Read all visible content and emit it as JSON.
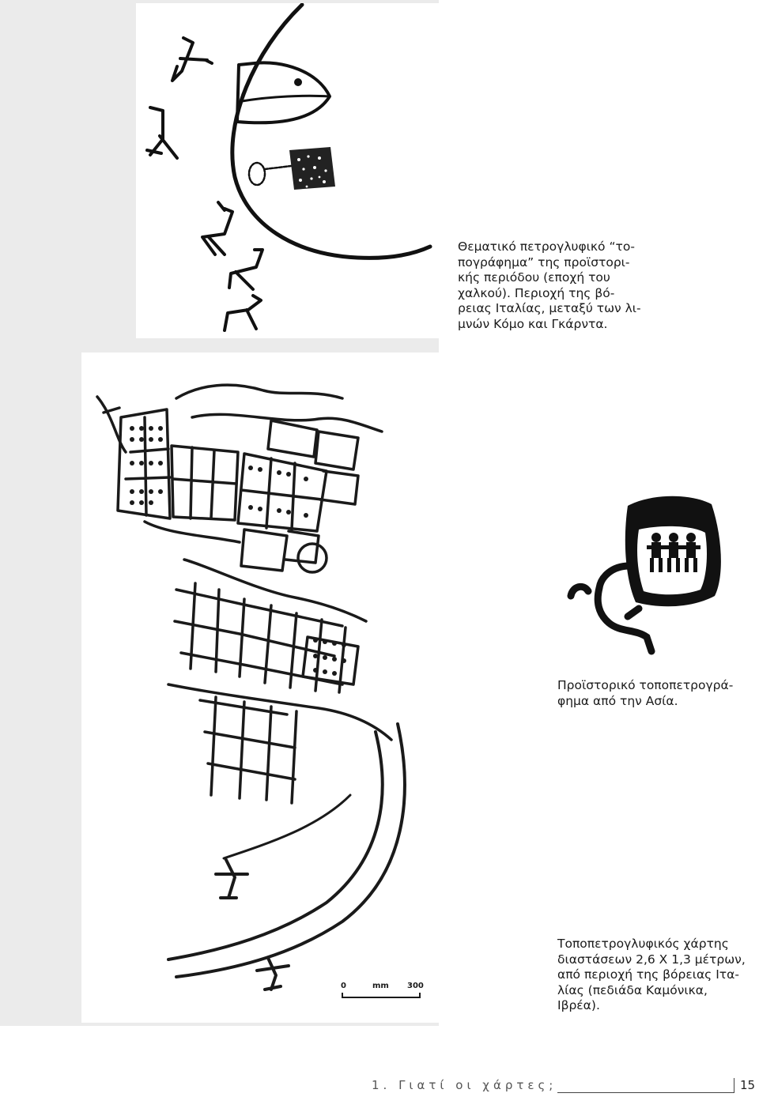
{
  "captions": {
    "italy": "Θεματικό πετρογλυφικό “το-\nπογράφημα” της προϊστορι-\nκής περιόδου (εποχή του\nχαλκού). Περιοχή της βό-\nρειας Ιταλίας, μεταξύ των λι-\nμνών Κόμο και Γκάρντα.",
    "asia": "Προϊστορικό τοποπετρογρά-\nφημα από την Ασία.",
    "map": "Τοποπετρογλυφικός χάρτης\nδιαστάσεων 2,6 Χ 1,3 μέτρων,\nαπό περιοχή της βόρειας Ιτα-\nλίας (πεδιάδα Καμόνικα,\nΙβρέα)."
  },
  "scale_bar": {
    "start": "0",
    "unit": "mm",
    "end": "300"
  },
  "footer": {
    "title": "1. Γιατί οι χάρτες;",
    "page": "15"
  }
}
